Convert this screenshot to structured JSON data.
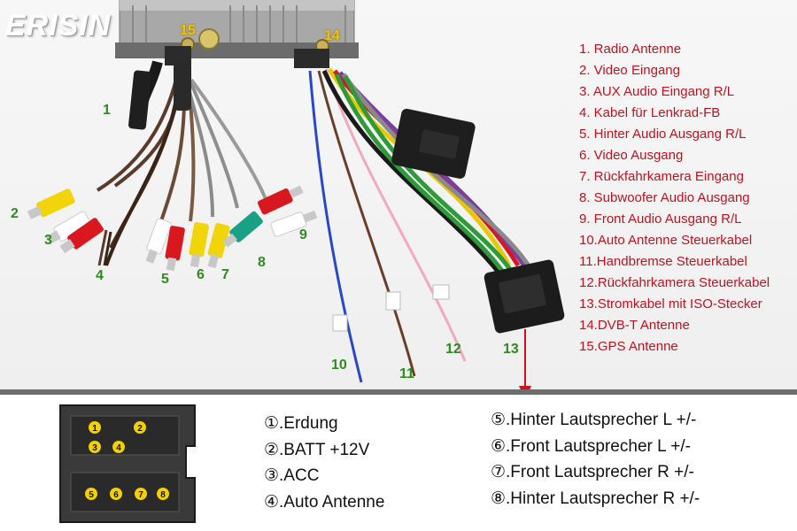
{
  "logo_text": "ERISIN",
  "callout_numbers": [
    "1",
    "2",
    "3",
    "4",
    "5",
    "6",
    "7",
    "8",
    "9",
    "10",
    "11",
    "12",
    "13",
    "14",
    "15"
  ],
  "legend_items": [
    "1. Radio Antenne",
    "2. Video Eingang",
    "3. AUX Audio Eingang R/L",
    "4. Kabel für Lenkrad-FB",
    "5. Hinter Audio Ausgang R/L",
    "6. Video Ausgang",
    "7. Rückfahrkamera Eingang",
    "8. Subwoofer Audio Ausgang",
    "9. Front Audio Ausgang R/L",
    "10.Auto Antenne Steuerkabel",
    "11.Handbremse Steuerkabel",
    "12.Rückfahrkamera Steuerkabel",
    "13.Stromkabel mit ISO-Stecker",
    "14.DVB-T Antenne",
    "15.GPS Antenne"
  ],
  "connector_pins": [
    "1",
    "2",
    "3",
    "4",
    "5",
    "6",
    "7",
    "8"
  ],
  "pin_labels_left": [
    "①.Erdung",
    "②.BATT +12V",
    "③.ACC",
    "④.Auto Antenne"
  ],
  "pin_labels_right": [
    "⑤.Hinter Lautsprecher L +/-",
    "⑥.Front Lautsprecher L +/-",
    "⑦.Front Lautsprecher R +/-",
    "⑧.Hinter Lautsprecher R +/-"
  ],
  "colors": {
    "legend_text": "#c1121f",
    "callout_green": "#2e8b1f",
    "callout_blue": "#1c3fa0",
    "callout_yellow": "#f2c200",
    "arrow": "#d0101a",
    "divider": "#6e6e6e",
    "connector": "#3a3a3a",
    "pin_dot": "#f4d000"
  },
  "icons": {
    "head_unit": "car-radio-chassis-image",
    "harness": "wiring-harness-image",
    "iso_connector": "iso-connector-pinout-icon",
    "arrow": "down-arrow-icon"
  }
}
